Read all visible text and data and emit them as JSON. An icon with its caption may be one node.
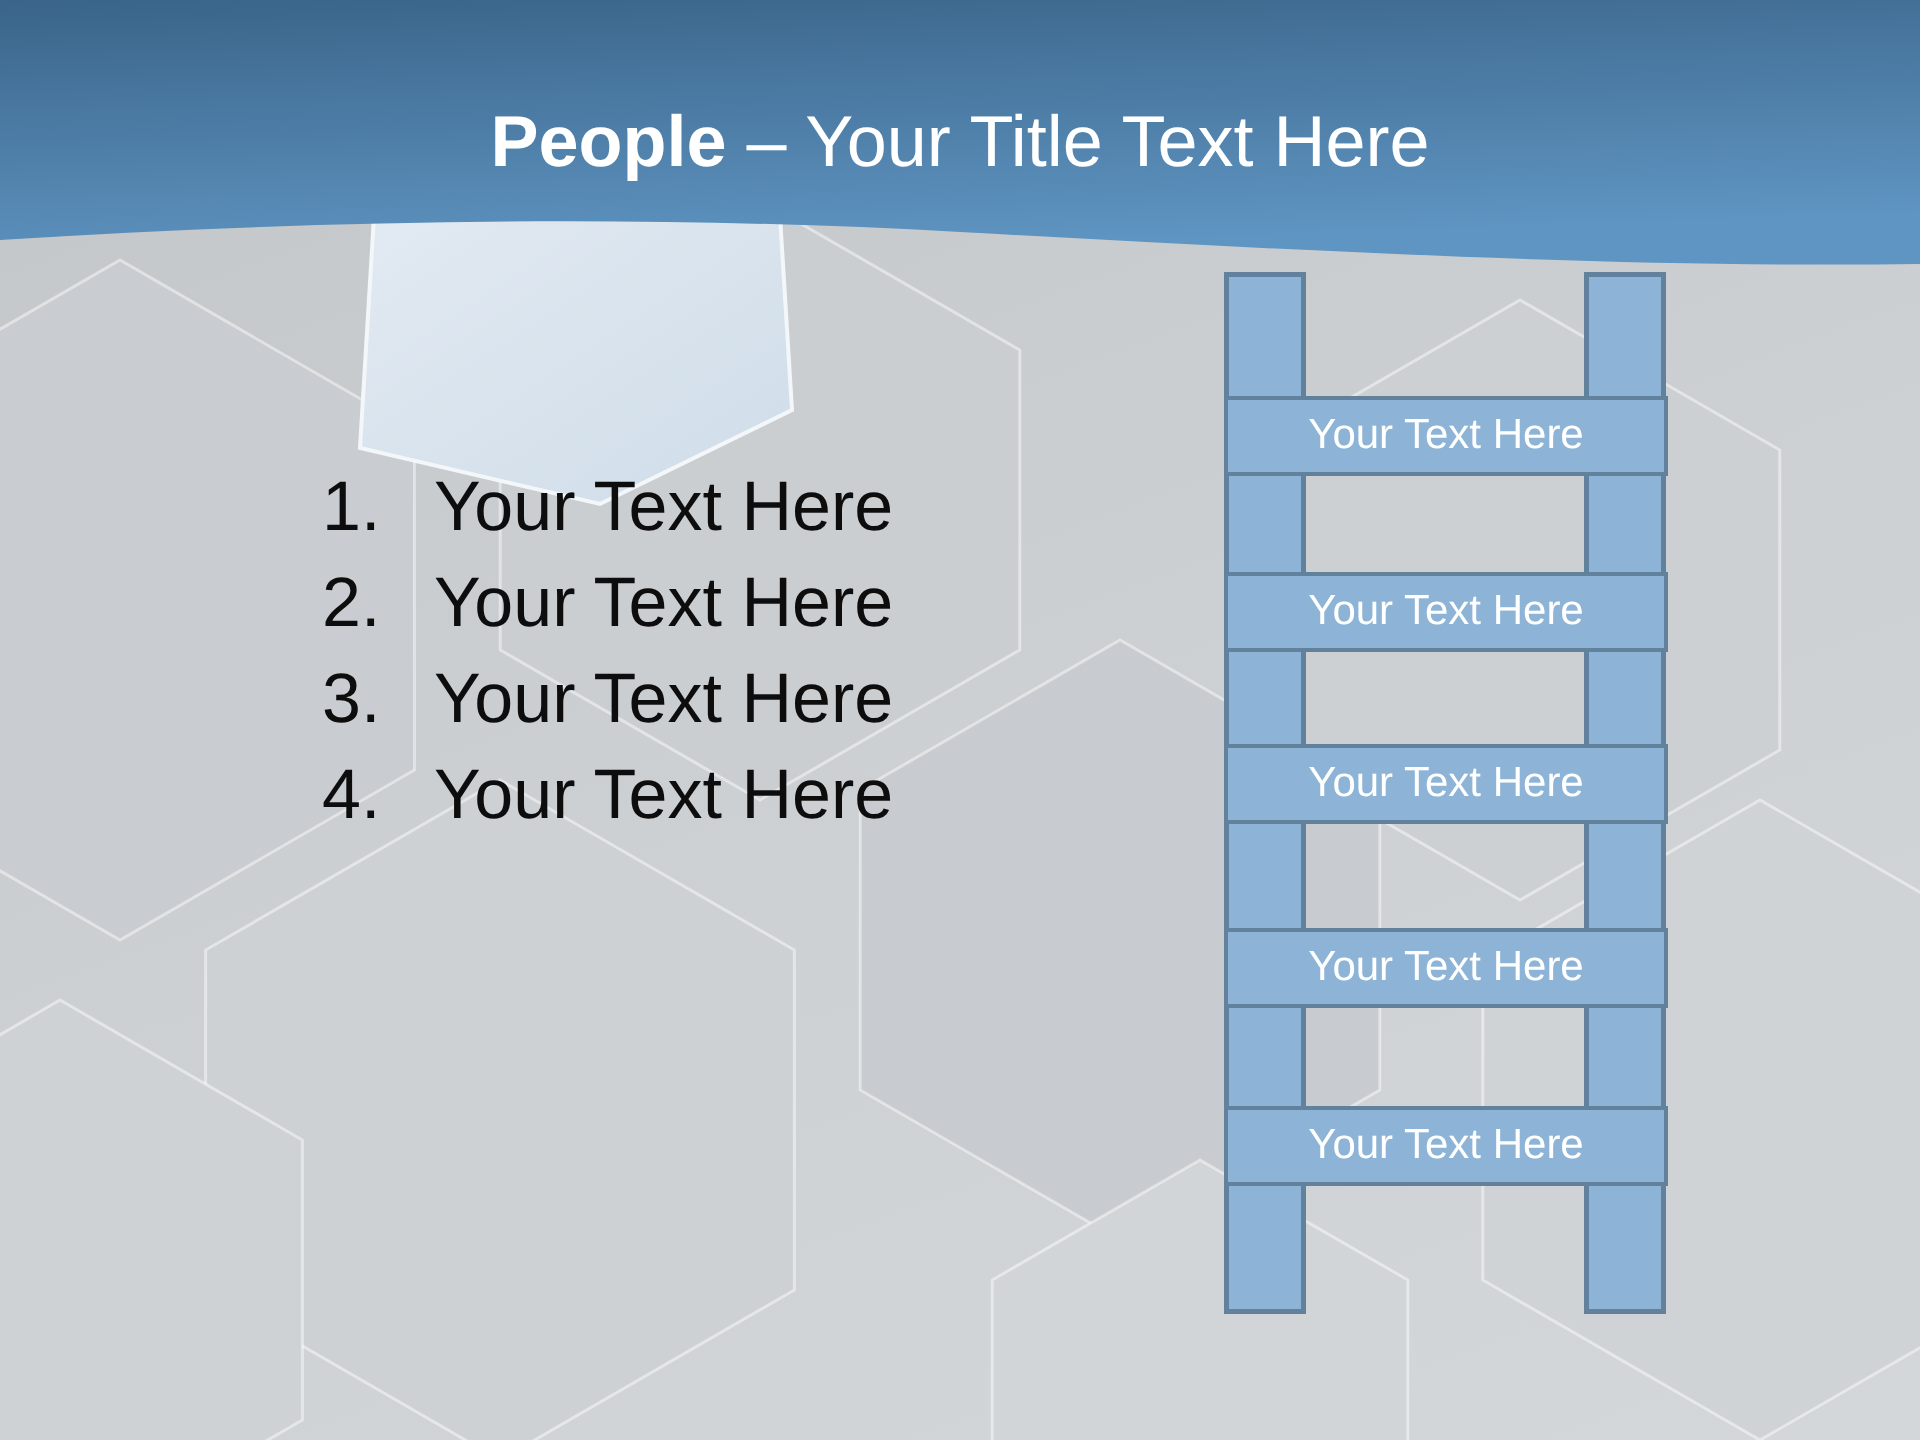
{
  "diagram": {
    "title": "**People** – Your Title Text Here",
    "nodes": [
      {
        "text": [],
        "shape": "bar"
      },
      {
        "text": [],
        "shape": "bar"
      },
      {
        "text": [
          "Your Text Here"
        ]
      },
      {
        "text": [
          "Your Text Here"
        ]
      },
      {
        "text": [
          "Your Text Here"
        ]
      },
      {
        "text": [
          "Your Text Here"
        ]
      },
      {
        "text": [
          "Your Text Here"
        ]
      }
    ],
    "labels": [
      "1.",
      "Your Text Here",
      "2.",
      "Your Text Here",
      "3.",
      "Your Text Here",
      "4.",
      "Your Text Here"
    ]
  }
}
